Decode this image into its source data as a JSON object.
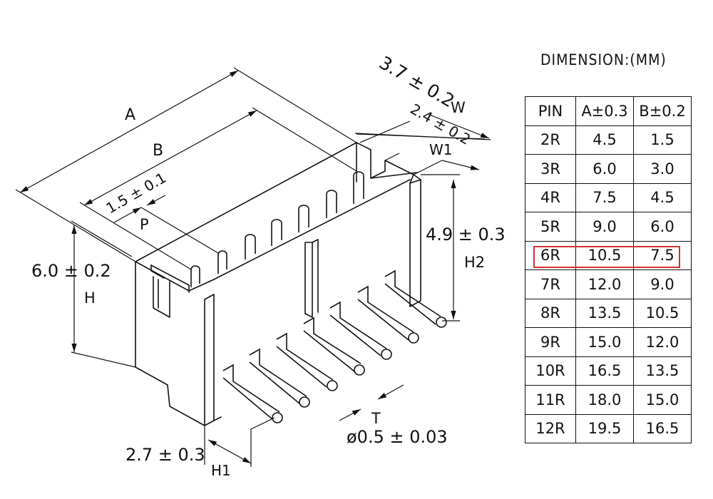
{
  "table": {
    "title": "DIMENSION:(MM)",
    "headers": [
      "PIN",
      "A±0.3",
      "B±0.2"
    ],
    "rows": [
      [
        "2R",
        "4.5",
        "1.5"
      ],
      [
        "3R",
        "6.0",
        "3.0"
      ],
      [
        "4R",
        "7.5",
        "4.5"
      ],
      [
        "5R",
        "9.0",
        "6.0"
      ],
      [
        "6R",
        "10.5",
        "7.5"
      ],
      [
        "7R",
        "12.0",
        "9.0"
      ],
      [
        "8R",
        "13.5",
        "10.5"
      ],
      [
        "9R",
        "15.0",
        "12.0"
      ],
      [
        "10R",
        "16.5",
        "13.5"
      ],
      [
        "11R",
        "18.0",
        "15.0"
      ],
      [
        "12R",
        "19.5",
        "16.5"
      ]
    ],
    "highlight_row": "6R",
    "highlight_color": "#d32f2f"
  },
  "labels": {
    "a": "A",
    "b": "B",
    "w_value": "3.7 ± 0.2",
    "w": "W",
    "w1_value": "2.4 ± 0.2",
    "w1": "W1",
    "p_value": "1.5 ± 0.1",
    "p": "P",
    "h2_value": "4.9 ± 0.3",
    "h2": "H2",
    "h_value": "6.0 ± 0.2",
    "h": "H",
    "h1_value": "2.7 ± 0.3",
    "h1": "H1",
    "t": "T",
    "t_value": "ø0.5 ± 0.03"
  }
}
